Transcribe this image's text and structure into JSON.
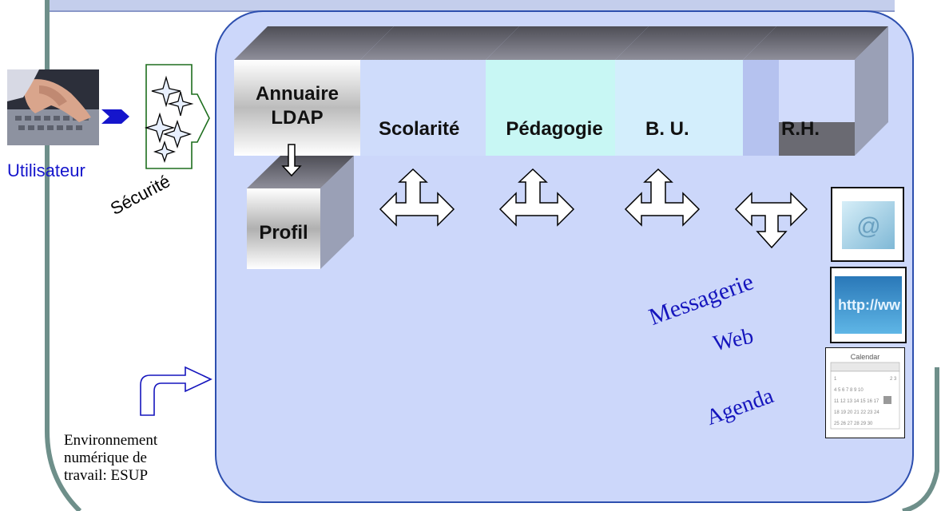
{
  "modules": [
    {
      "name": "Annuaire\nLDAP"
    },
    {
      "name": "Scolarité"
    },
    {
      "name": "Pédagogie"
    },
    {
      "name": "B. U."
    },
    {
      "name": "R.H."
    }
  ],
  "profile": {
    "label": "Profil"
  },
  "user": {
    "label": "Utilisateur"
  },
  "security": {
    "label": "Sécurité"
  },
  "services": {
    "mail": {
      "label": "Messagerie",
      "icon": "at-sign-icon"
    },
    "web": {
      "label": "Web",
      "icon": "http-icon",
      "icon_text": "http://ww"
    },
    "agenda": {
      "label": "Agenda",
      "icon": "calendar-icon",
      "icon_title": "Calendar"
    }
  },
  "caption": {
    "line1": "Environnement",
    "line2": "numérique de",
    "line3": "travail: ESUP"
  },
  "colors": {
    "panel_fill": "#ccd7fa",
    "panel_border": "#2d4faf",
    "accent_blue": "#1515bd",
    "frame_teal": "#6e8f8a",
    "module_cyan": "#c8f7f4"
  }
}
